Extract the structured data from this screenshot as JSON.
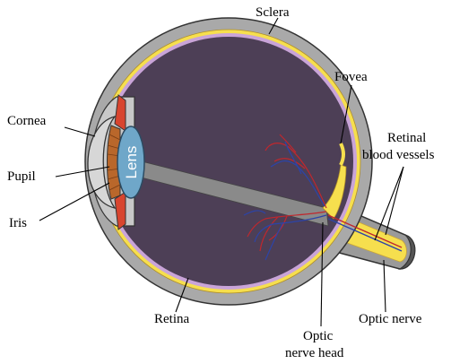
{
  "diagram": {
    "labels": {
      "sclera": "Sclera",
      "fovea": "Fovea",
      "retinal_vessels_1": "Retinal",
      "retinal_vessels_2": "blood vessels",
      "cornea": "Cornea",
      "pupil": "Pupil",
      "iris": "Iris",
      "lens": "Lens",
      "retina": "Retina",
      "optic_head_1": "Optic",
      "optic_head_2": "nerve head",
      "optic_nerve": "Optic nerve"
    },
    "colors": {
      "sclera": "#a9a9a9",
      "interior": "#4d3f56",
      "choroid_yellow": "#f6df4e",
      "retina_purple": "#c9a4d8",
      "vessel_red": "#c0272d",
      "vessel_blue": "#2c44a8",
      "iris_brown": "#b9672b",
      "ciliary_red": "#d8452f",
      "lens_blue": "#6fa7c9",
      "cornea_gray": "#d7d7d7",
      "optic_nerve_gray": "#7a7a7a"
    }
  }
}
